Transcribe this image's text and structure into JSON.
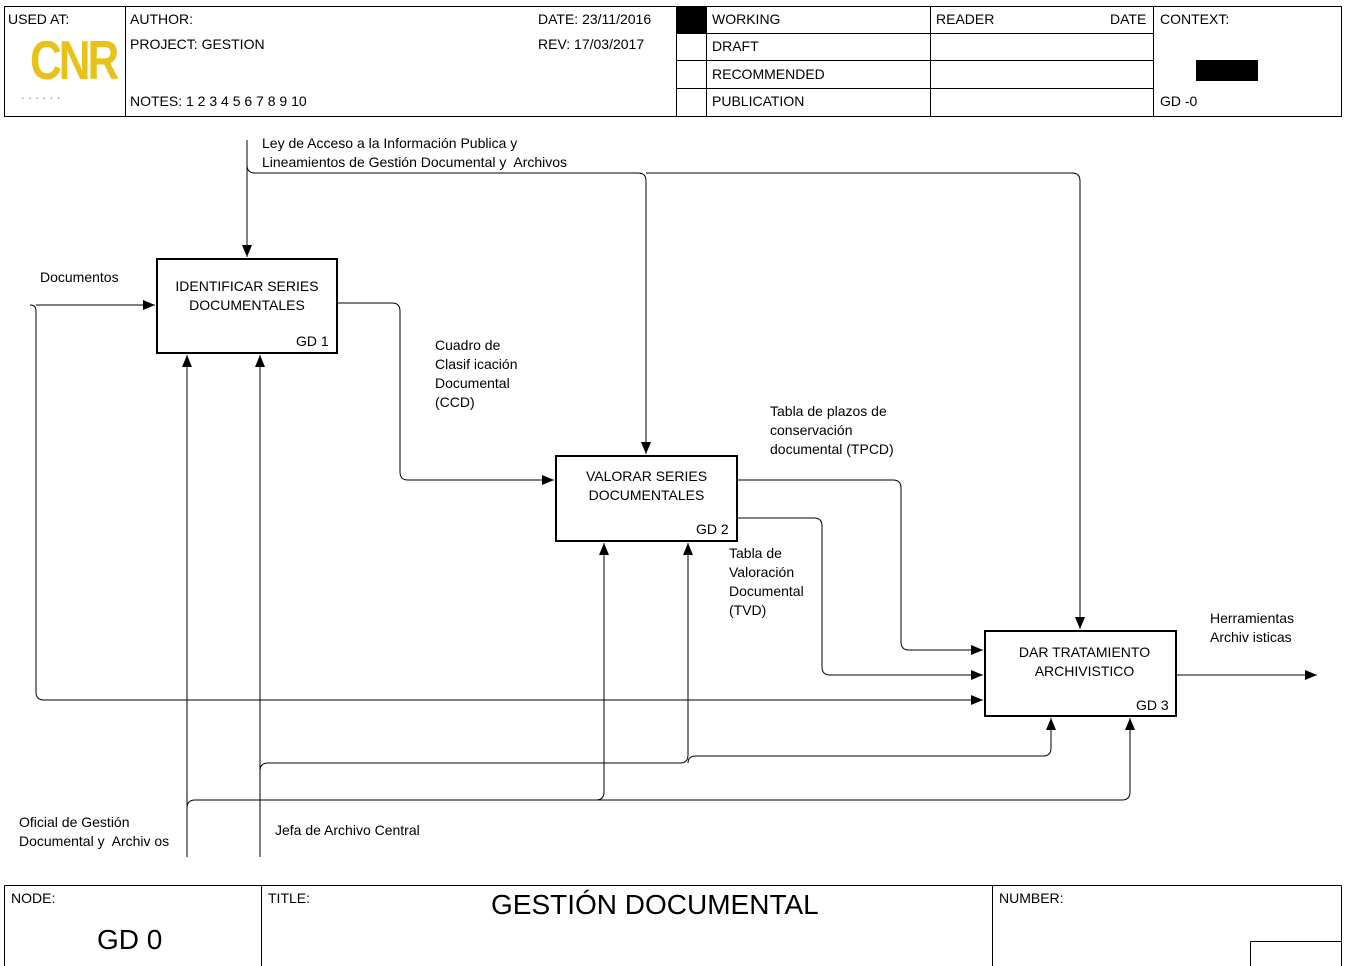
{
  "header": {
    "used_at_label": "USED AT:",
    "author_label": "AUTHOR:",
    "project": "PROJECT:  GESTION",
    "notes": "NOTES:  1  2  3  4  5  6  7  8  9  10",
    "date": "DATE:  23/11/2016",
    "rev": "REV:    17/03/2017",
    "status": [
      "WORKING",
      "DRAFT",
      "RECOMMENDED",
      "PUBLICATION"
    ],
    "reader_label": "READER",
    "date_label": "DATE",
    "context_label": "CONTEXT:",
    "context_node": "GD -0",
    "logo_text": "CNR",
    "logo_color": "#e8c21a"
  },
  "boxes": [
    {
      "title": "IDENTIFICAR SERIES\nDOCUMENTALES",
      "id": "GD 1"
    },
    {
      "title": "VALORAR SERIES\nDOCUMENTALES",
      "id": "GD 2"
    },
    {
      "title": "DAR TRATAMIENTO\nARCHIVISTICO",
      "id": "GD 3"
    }
  ],
  "labels": {
    "control": "Ley de Acceso a la Información Publica y\nLineamientos de Gestión Documental y  Archivos",
    "input": "Documentos",
    "ccd": "Cuadro de\nClasif icación\nDocumental\n(CCD)",
    "tpcd": "Tabla de plazos de\nconservación\ndocumental (TPCD)",
    "tvd": "Tabla de\nValoración\nDocumental\n(TVD)",
    "output": "Herramientas\nArchiv isticas",
    "mech1": "Oficial de Gestión\nDocumental y  Archiv os",
    "mech2": "Jefa de Archivo Central"
  },
  "footer": {
    "node_label": "NODE:",
    "node_value": "GD 0",
    "title_label": "TITLE:",
    "title_value": "GESTIÓN DOCUMENTAL",
    "number_label": "NUMBER:"
  }
}
